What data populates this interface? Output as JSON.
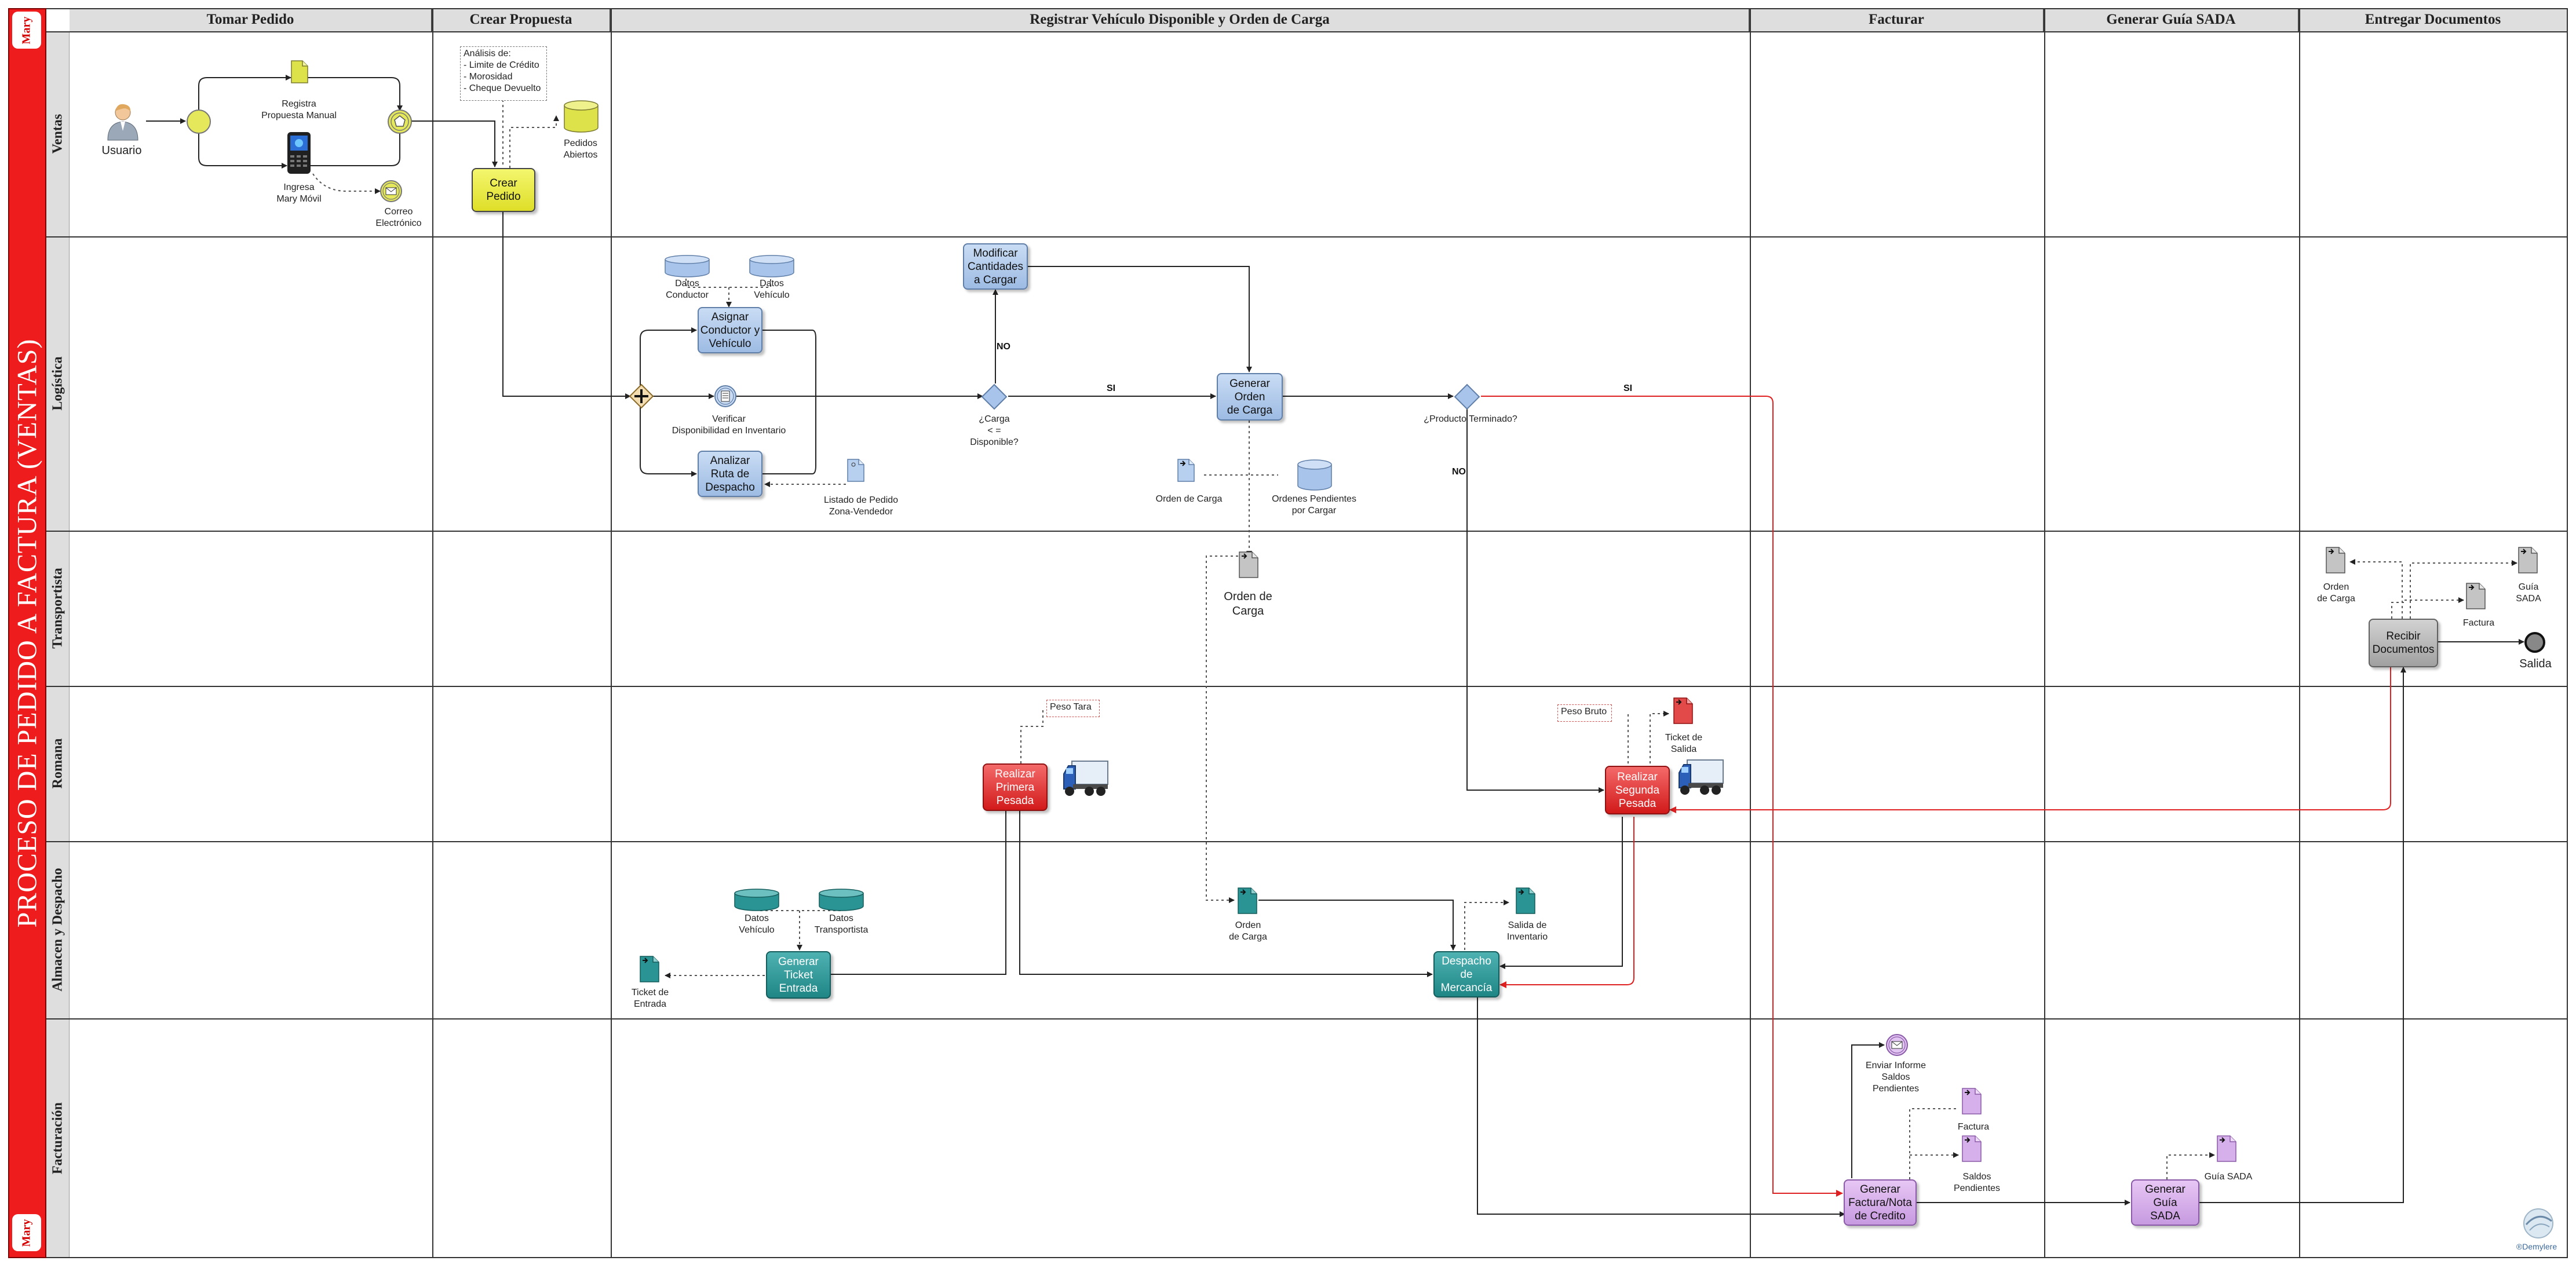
{
  "pool": {
    "title": "PROCESO DE PEDIDO A FACTURA (VENTAS)",
    "logo_top": "Mary",
    "logo_bottom": "Mary"
  },
  "phases": [
    "Tomar Pedido",
    "Crear Propuesta",
    "Registrar Vehículo Disponible y Orden de Carga",
    "Facturar",
    "Generar Guía SADA",
    "Entregar Documentos"
  ],
  "lanes": [
    "Ventas",
    "Logística",
    "Transportista",
    "Romana",
    "Almacen y Despacho",
    "Facturación"
  ],
  "tasks": {
    "crear_pedido": "Crear\nPedido",
    "asignar": "Asignar\nConductor y\nVehículo",
    "analizar": "Analizar\nRuta de\nDespacho",
    "modificar": "Modificar\nCantidades\na Cargar",
    "generar_orden": "Generar\nOrden\nde Carga",
    "recibir": "Recibir\nDocumentos",
    "primera_pesada": "Realizar\nPrimera\nPesada",
    "segunda_pesada": "Realizar\nSegunda\nPesada",
    "ticket_entrada": "Generar\nTicket\nEntrada",
    "despacho": "Despacho\nde\nMercancía",
    "factura": "Generar\nFactura/Nota\nde Credito",
    "guia": "Generar\nGuía\nSADA"
  },
  "labels": {
    "usuario": "Usuario",
    "registra": "Registra\nPropuesta Manual",
    "ingresa": "Ingresa\nMary Móvil",
    "correo": "Correo\nElectrónico",
    "pedidos_abiertos": "Pedidos\nAbiertos",
    "datos_conductor": "Datos\nConductor",
    "datos_vehiculo": "Datos\nVehículo",
    "verificar": "Verificar\nDisponibilidad en Inventario",
    "listado": "Listado de Pedido\nZona-Vendedor",
    "carga_disponible": "¿Carga\n< =\nDisponible?",
    "orden_carga_log": "Orden de Carga",
    "ordenes_pendientes": "Ordenes Pendientes\npor Cargar",
    "producto_terminado": "¿Producto Terminado?",
    "orden_carga_transp": "Orden de\nCarga",
    "orden_carga_recibir": "Orden\nde Carga",
    "factura_transp": "Factura",
    "guia_sada_transp": "Guía SADA",
    "salida": "Salida",
    "ticket_salida": "Ticket de\nSalida",
    "datos_vehiculo_alm": "Datos\nVehículo",
    "datos_transportista": "Datos\nTransportista",
    "ticket_entrada": "Ticket de\nEntrada",
    "orden_carga_alm": "Orden\nde Carga",
    "salida_inventario": "Salida de\nInventario",
    "enviar_informe": "Enviar Informe\nSaldos\nPendientes",
    "factura_fact": "Factura",
    "saldos_pendientes": "Saldos\nPendientes",
    "guia_sada_fact": "Guía SADA",
    "brand": "®Demylere"
  },
  "annotations": {
    "analisis": "Análisis de:\n- Limite de Crédito\n- Morosidad\n- Cheque Devuelto",
    "peso_tara": "Peso Tara",
    "peso_bruto": "Peso Bruto"
  },
  "flow_labels": {
    "no_1": "NO",
    "si_1": "SI",
    "si_2": "SI",
    "no_2": "NO"
  },
  "colors": {
    "pool_red": "#ee1c1c",
    "lane_header": "#dedede",
    "task_yellow": "#e8ea3c",
    "task_blue": "#b4cdee",
    "task_teal": "#2a9494",
    "task_red": "#e03030",
    "task_purple": "#d6b0ea",
    "task_gray": "#b4b4b4",
    "flow_red": "#e02020"
  }
}
